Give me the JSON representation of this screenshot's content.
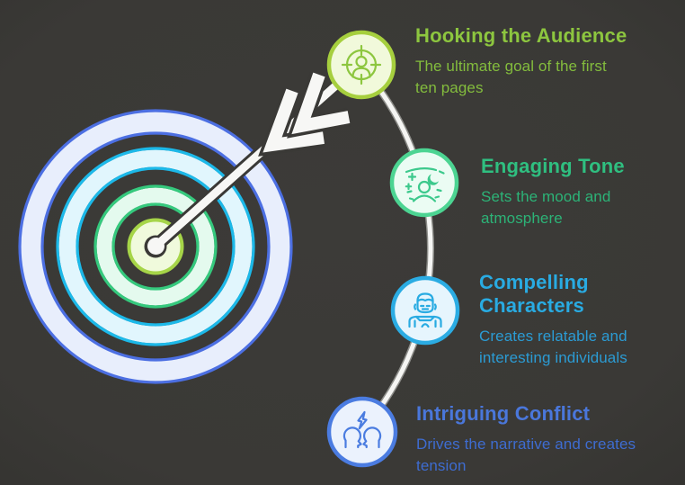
{
  "colors": {
    "background": "#3A3936",
    "vignette_edge": "#2C2B28",
    "connector": "#F5F5F3",
    "connector_shadow": "#8E8E8A",
    "arrow_white": "#F7F7F5",
    "arrow_outline": "#3A3936"
  },
  "target": {
    "ring_outer": {
      "fill": "#E8EEFC",
      "stroke": "#4C6FE2"
    },
    "ring_second": {
      "fill": "#E1F6FD",
      "stroke": "#1CB9E9"
    },
    "ring_third": {
      "fill": "#E4FAEE",
      "stroke": "#35C97D"
    },
    "center_disc": {
      "fill": "#F0FADC",
      "stroke": "#A6D548"
    },
    "hole": "#3A3936",
    "center_dot": "#F7F7F5"
  },
  "milestones": [
    {
      "title": "Hooking the Audience",
      "sub_line1": "The ultimate goal of the first",
      "sub_line2": "ten pages",
      "title_color": "#8DC63F",
      "sub_color": "#83BC3D",
      "icon": "audience-target-icon",
      "icon_color": "#8DC63F",
      "circle_fill": "#F1F9DB",
      "circle_stroke": "#A6CF3E"
    },
    {
      "title": "Engaging Tone",
      "sub_line1": "Sets the mood and atmosphere",
      "sub_line2": "",
      "title_color": "#2FBF80",
      "sub_color": "#2CB377",
      "icon": "mood-night-icon",
      "icon_color": "#3CC98C",
      "circle_fill": "#EBFCF3",
      "circle_stroke": "#4CD492"
    },
    {
      "title": "Compelling Characters",
      "sub_line1": "Creates relatable and",
      "sub_line2": "interesting individuals",
      "title_color": "#29ABE2",
      "sub_color": "#2B9BD3",
      "icon": "character-icon",
      "icon_color": "#29ABE2",
      "circle_fill": "#E6F5FD",
      "circle_stroke": "#2BACE3"
    },
    {
      "title": "Intriguing Conflict",
      "sub_line1": "Drives the narrative and creates",
      "sub_line2": "tension",
      "title_color": "#4A77DB",
      "sub_color": "#3E6CD0",
      "icon": "conflict-icon",
      "icon_color": "#4A7CE0",
      "circle_fill": "#EBF2FD",
      "circle_stroke": "#4B7CE1"
    }
  ]
}
